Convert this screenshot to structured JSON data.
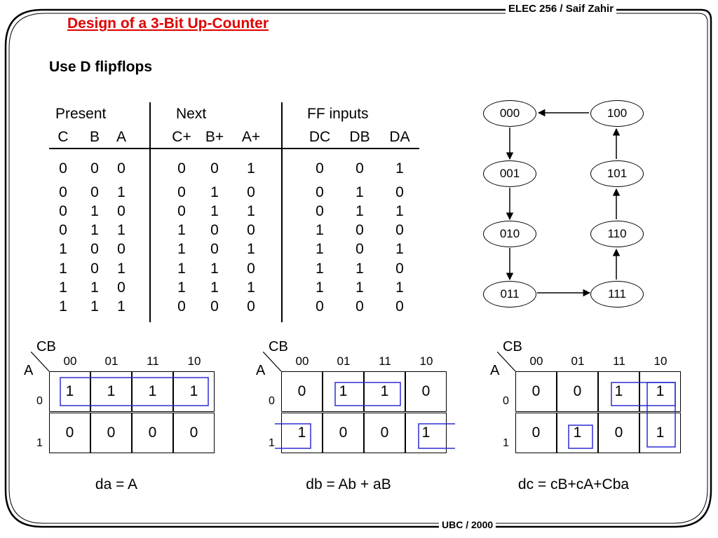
{
  "header": {
    "course": "ELEC 256 / Saif Zahir"
  },
  "footer": {
    "source": "UBC / 2000"
  },
  "slide": {
    "title": "Design of a 3-Bit Up-Counter",
    "subtitle": "Use D flipflops"
  },
  "truth_table": {
    "groups": [
      "Present",
      "Next",
      "FF inputs"
    ],
    "columns": [
      "C",
      "B",
      "A",
      "C+",
      "B+",
      "A+",
      "DC",
      "DB",
      "DA"
    ],
    "rows": [
      [
        "0",
        "0",
        "0",
        "0",
        "0",
        "1",
        "0",
        "0",
        "1"
      ],
      [
        "0",
        "0",
        "1",
        "0",
        "1",
        "0",
        "0",
        "1",
        "0"
      ],
      [
        "0",
        "1",
        "0",
        "0",
        "1",
        "1",
        "0",
        "1",
        "1"
      ],
      [
        "0",
        "1",
        "1",
        "1",
        "0",
        "0",
        "1",
        "0",
        "0"
      ],
      [
        "1",
        "0",
        "0",
        "1",
        "0",
        "1",
        "1",
        "0",
        "1"
      ],
      [
        "1",
        "0",
        "1",
        "1",
        "1",
        "0",
        "1",
        "1",
        "0"
      ],
      [
        "1",
        "1",
        "0",
        "1",
        "1",
        "1",
        "1",
        "1",
        "1"
      ],
      [
        "1",
        "1",
        "1",
        "0",
        "0",
        "0",
        "0",
        "0",
        "0"
      ]
    ]
  },
  "state_diagram": {
    "states": [
      "000",
      "001",
      "010",
      "011",
      "100",
      "101",
      "110",
      "111"
    ]
  },
  "kmaps": [
    {
      "row_var": "A",
      "col_var": "CB",
      "col_labels": [
        "00",
        "01",
        "11",
        "10"
      ],
      "row_labels": [
        "0",
        "1"
      ],
      "cells": [
        [
          "1",
          "1",
          "1",
          "1"
        ],
        [
          "0",
          "0",
          "0",
          "0"
        ]
      ],
      "equation": "da = A"
    },
    {
      "row_var": "A",
      "col_var": "CB",
      "col_labels": [
        "00",
        "01",
        "11",
        "10"
      ],
      "row_labels": [
        "0",
        "1"
      ],
      "cells": [
        [
          "0",
          "1",
          "1",
          "0"
        ],
        [
          "1",
          "0",
          "0",
          "1"
        ]
      ],
      "equation": "db = Ab + aB"
    },
    {
      "row_var": "A",
      "col_var": "CB",
      "col_labels": [
        "00",
        "01",
        "11",
        "10"
      ],
      "row_labels": [
        "0",
        "1"
      ],
      "cells": [
        [
          "0",
          "0",
          "1",
          "1"
        ],
        [
          "0",
          "1",
          "0",
          "1"
        ]
      ],
      "equation": "dc = cB+cA+Cba"
    }
  ],
  "colors": {
    "title": "#e00000",
    "groupings": "#2b2bd6"
  }
}
